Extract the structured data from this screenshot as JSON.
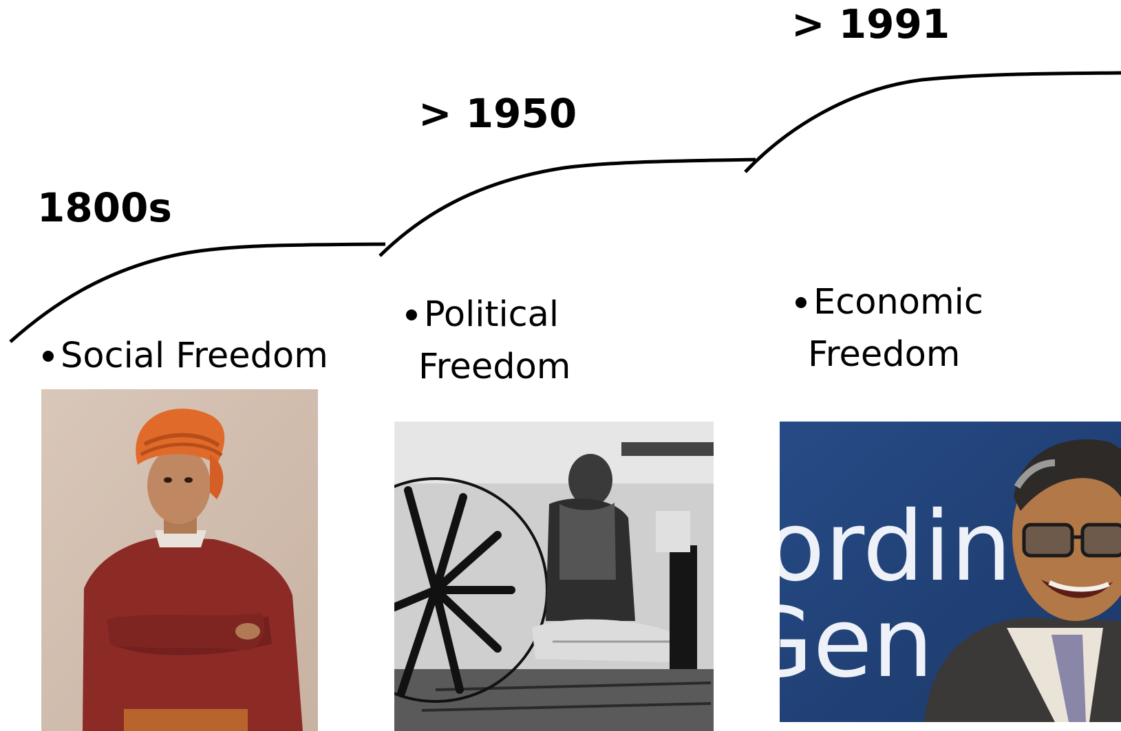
{
  "eras": [
    {
      "label": "1800s",
      "bullet": [
        "Social Freedom"
      ],
      "photo": "portrait-orange-turban-photo"
    },
    {
      "label": "> 1950",
      "bullet": [
        "Political",
        "Freedom"
      ],
      "photo": "spinning-wheel-photo"
    },
    {
      "label": "> 1991",
      "bullet": [
        "Economic",
        "Freedom"
      ],
      "photo": "smiling-man-glasses-photo"
    }
  ],
  "photo3_backdrop_text": [
    "ordin",
    "Gen"
  ],
  "colors": {
    "line": "#000000",
    "text": "#000000",
    "turban": "#e06a2a",
    "robe": "#8c2a26",
    "backdrop_blue": "#23457a"
  }
}
